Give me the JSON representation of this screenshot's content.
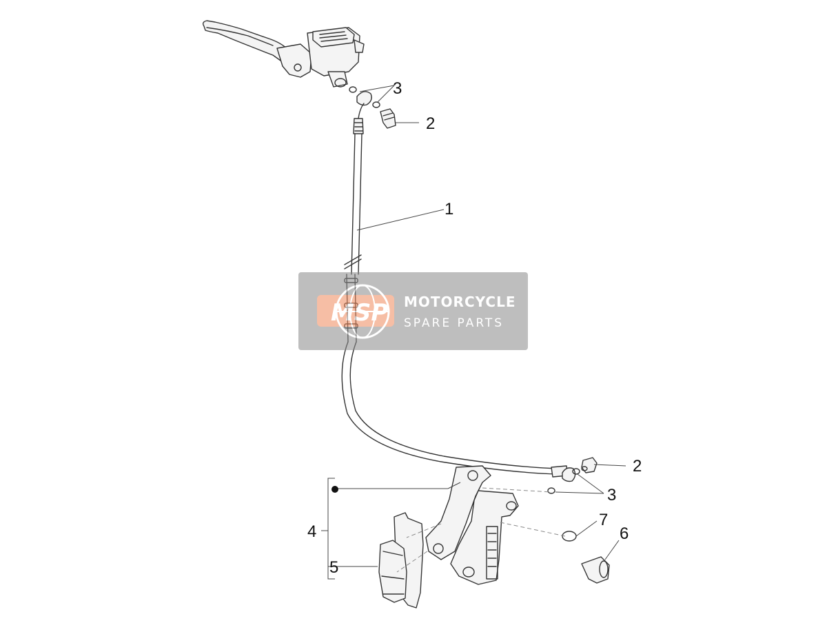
{
  "diagram": {
    "callouts": {
      "hose": "1",
      "bolt_top": "2",
      "washers_top": "3",
      "bolt_bottom": "2",
      "washers_bottom": "3",
      "caliper_assembly": "4",
      "brake_pads": "5",
      "screw": "6",
      "washer": "7"
    }
  },
  "watermark": {
    "logo": "MSP",
    "title": "MOTORCYCLE",
    "subtitle": "SPARE PARTS",
    "colors": {
      "box": "#8a8a8a",
      "logo_bg": "#f08a5d",
      "text": "#ffffff"
    }
  }
}
